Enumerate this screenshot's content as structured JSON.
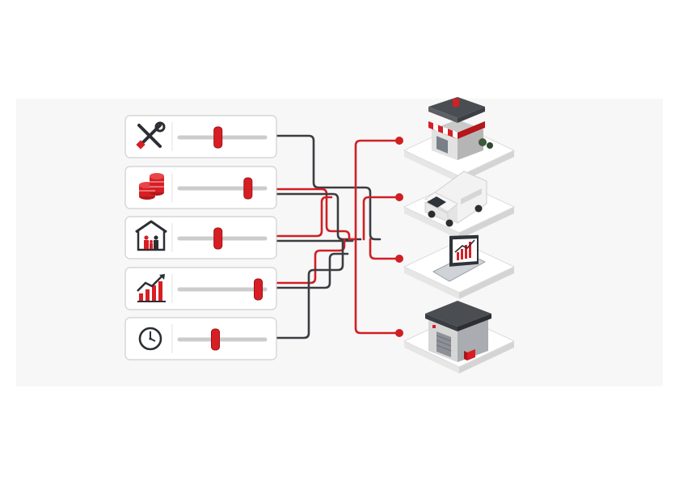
{
  "colors": {
    "accent": "#d71e24",
    "dark": "#3a3d41",
    "track": "#cccccc",
    "panel_bg": "#ffffff"
  },
  "sliders": [
    {
      "icon": "tools-icon",
      "level": 0.45
    },
    {
      "icon": "coins-stack-icon",
      "level": 0.8
    },
    {
      "icon": "house-family-icon",
      "level": 0.45
    },
    {
      "icon": "growth-chart-icon",
      "level": 0.92
    },
    {
      "icon": "clock-icon",
      "level": 0.42
    }
  ],
  "destinations": [
    {
      "icon": "storefront-icon"
    },
    {
      "icon": "delivery-van-icon"
    },
    {
      "icon": "laptop-analytics-icon"
    },
    {
      "icon": "warehouse-icon"
    }
  ]
}
